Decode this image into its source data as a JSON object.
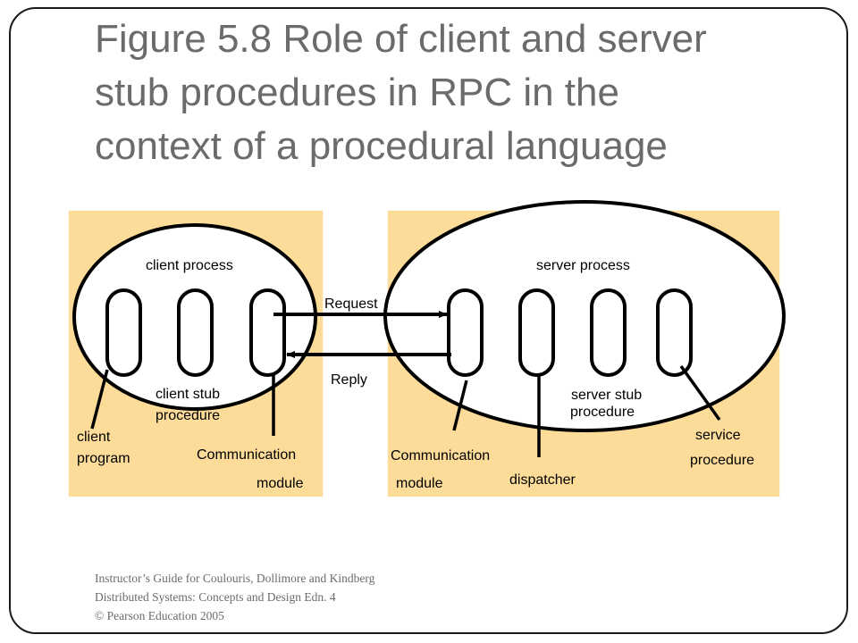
{
  "title": {
    "line1": "Figure 5.8 Role of client and server",
    "line2": "stub procedures in RPC in the",
    "line3": "context of a procedural language"
  },
  "diagram": {
    "client_process": "client process",
    "server_process": "server process",
    "request": "Request",
    "reply": "Reply",
    "client_stub_line1": "client stub",
    "client_stub_line2": "procedure",
    "server_stub_line1": "server stub",
    "server_stub_line2": "procedure",
    "client_program_line1": "client",
    "client_program_line2": "program",
    "client_comm_line1": "Communication",
    "client_comm_line2": "module",
    "server_comm_line1": "Communication",
    "server_comm_line2": "module",
    "dispatcher": "dispatcher",
    "service_line1": "service",
    "service_line2": "procedure",
    "panel_color": "#fddc9a"
  },
  "footer": {
    "line1": "Instructor’s Guide for  Coulouris, Dollimore and Kindberg",
    "line2": "Distributed Systems: Concepts and Design  Edn. 4",
    "line3": "©  Pearson Education 2005"
  }
}
